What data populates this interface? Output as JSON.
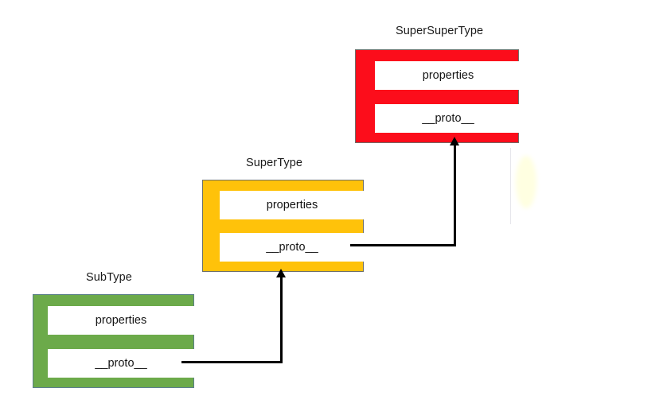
{
  "diagram": {
    "title_visible": false,
    "background": "#ffffff",
    "nodes": [
      {
        "id": "supersupertype",
        "label": "SuperSuperType",
        "color": "#FC0D1B",
        "border_color": "#6d6f6b",
        "slots": [
          {
            "id": "properties",
            "label": "properties"
          },
          {
            "id": "proto",
            "label": "__proto__"
          }
        ]
      },
      {
        "id": "supertype",
        "label": "SuperType",
        "color": "#FFC20A",
        "border_color": "#6d6f6b",
        "slots": [
          {
            "id": "properties",
            "label": "properties"
          },
          {
            "id": "proto",
            "label": "__proto__"
          }
        ]
      },
      {
        "id": "subtype",
        "label": "SubType",
        "color": "#6CAA4A",
        "border_color": "#5b7f8a",
        "slots": [
          {
            "id": "properties",
            "label": "properties"
          },
          {
            "id": "proto",
            "label": "__proto__"
          }
        ]
      }
    ],
    "connectors": [
      {
        "id": "supertype-proto-to-supersupertype",
        "from": "supertype.proto",
        "to": "supersupertype",
        "color": "#000000",
        "arrow": "up"
      },
      {
        "id": "subtype-proto-to-supertype",
        "from": "subtype.proto",
        "to": "supertype",
        "color": "#000000",
        "arrow": "up"
      }
    ]
  }
}
